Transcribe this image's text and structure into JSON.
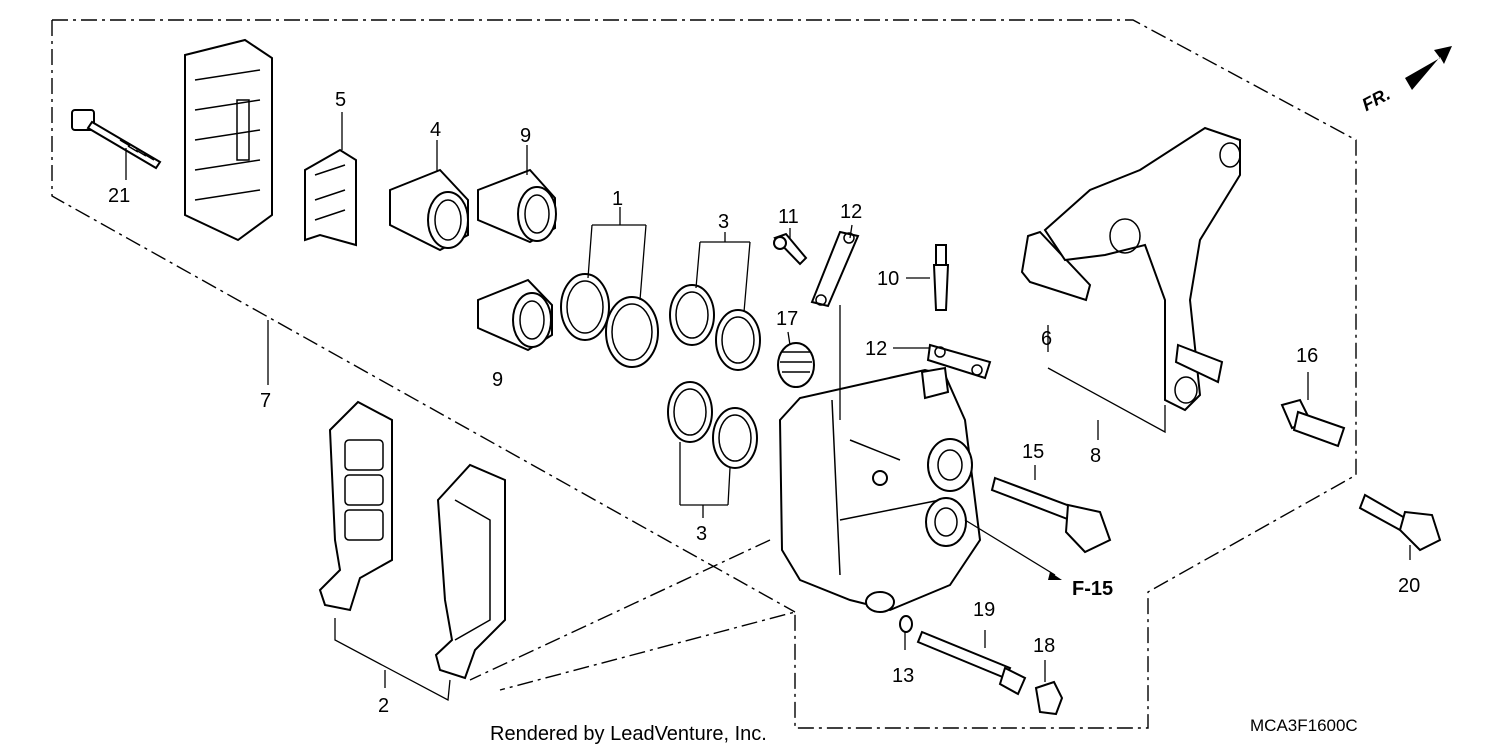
{
  "diagram": {
    "callouts": [
      {
        "id": "c1",
        "label": "1"
      },
      {
        "id": "c2",
        "label": "2"
      },
      {
        "id": "c3a",
        "label": "3"
      },
      {
        "id": "c3b",
        "label": "3"
      },
      {
        "id": "c4",
        "label": "4"
      },
      {
        "id": "c5",
        "label": "5"
      },
      {
        "id": "c6",
        "label": "6"
      },
      {
        "id": "c7",
        "label": "7"
      },
      {
        "id": "c8",
        "label": "8"
      },
      {
        "id": "c9a",
        "label": "9"
      },
      {
        "id": "c9b",
        "label": "9"
      },
      {
        "id": "c10",
        "label": "10"
      },
      {
        "id": "c11",
        "label": "11"
      },
      {
        "id": "c12a",
        "label": "12"
      },
      {
        "id": "c12b",
        "label": "12"
      },
      {
        "id": "c13",
        "label": "13"
      },
      {
        "id": "c15",
        "label": "15"
      },
      {
        "id": "c16",
        "label": "16"
      },
      {
        "id": "c17",
        "label": "17"
      },
      {
        "id": "c18",
        "label": "18"
      },
      {
        "id": "c19",
        "label": "19"
      },
      {
        "id": "c20",
        "label": "20"
      },
      {
        "id": "c21",
        "label": "21"
      }
    ],
    "reference_label": "F-15",
    "direction_label": "FR.",
    "diagram_code": "MCA3F1600C",
    "credit": "Rendered by LeadVenture, Inc."
  }
}
